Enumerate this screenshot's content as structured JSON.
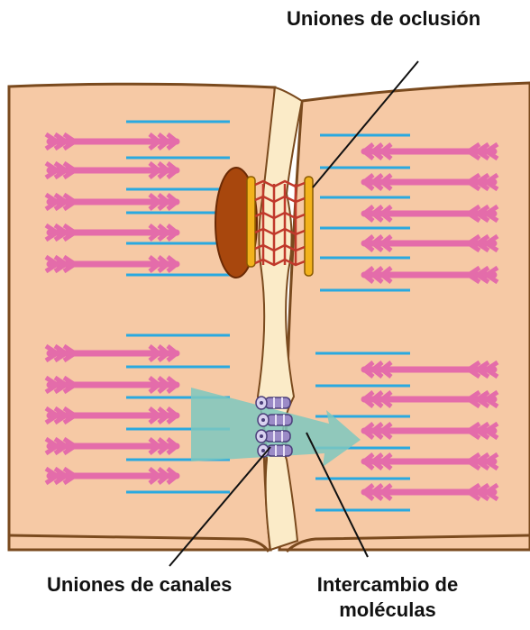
{
  "labels": {
    "occlusion": "Uniones de oclusión",
    "channels": "Uniones de canales",
    "exchange_line1": "Intercambio de",
    "exchange_line2": "moléculas"
  },
  "colors": {
    "cell_fill": "#F6C9A5",
    "cell_outline": "#7A4A1E",
    "gap_fill": "#FBEBC8",
    "fiber": "#E46CAA",
    "filament": "#29A9E0",
    "plaque_brown": "#A8470D",
    "plaque_yellow": "#F2B21C",
    "tight_strands": "#C0392B",
    "channel": "#9B8BC7",
    "arrow": "#7EC8BE",
    "leader_line": "#111111"
  }
}
